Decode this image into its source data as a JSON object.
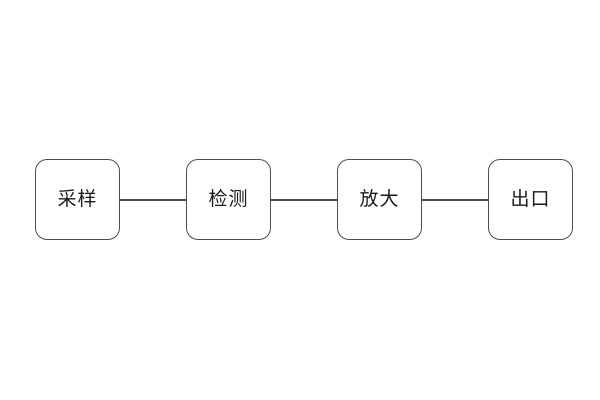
{
  "diagram": {
    "type": "flowchart",
    "direction": "horizontal",
    "nodes": [
      {
        "id": "sampling",
        "label": "采样"
      },
      {
        "id": "detection",
        "label": "检测"
      },
      {
        "id": "amplification",
        "label": "放大"
      },
      {
        "id": "outlet",
        "label": "出口"
      }
    ],
    "connections": [
      {
        "from": "sampling",
        "to": "detection"
      },
      {
        "from": "detection",
        "to": "amplification"
      },
      {
        "from": "amplification",
        "to": "outlet"
      }
    ],
    "colors": {
      "node_border": "#4d4d4d",
      "node_fill": "#ffffff",
      "connector": "#4d4d4d",
      "text": "#1a1a1a",
      "background": "#ffffff"
    }
  }
}
